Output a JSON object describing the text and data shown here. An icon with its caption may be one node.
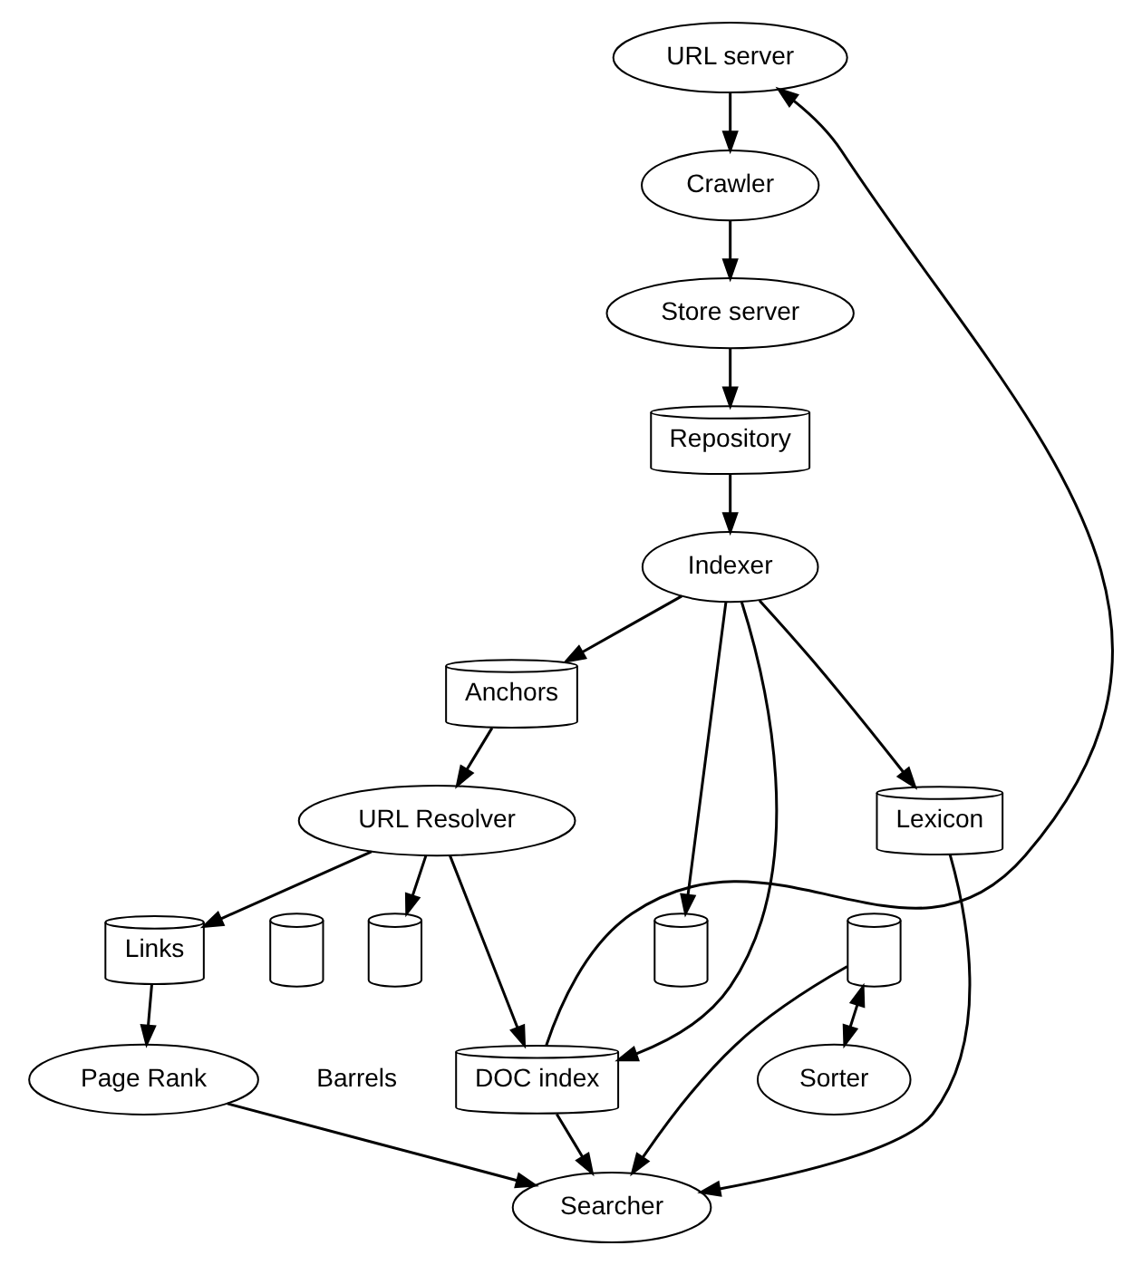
{
  "diagram": {
    "nodes": [
      {
        "text": [
          "URL server"
        ]
      },
      {
        "text": [
          "Crawler"
        ]
      },
      {
        "text": [
          "Store server"
        ]
      },
      {
        "text": [
          "Anchors"
        ]
      },
      {
        "text": [
          "Repository"
        ]
      },
      {
        "text": [
          "URL Resolver"
        ]
      },
      {
        "text": [
          "Indexer"
        ]
      },
      {
        "text": [],
        "shape": "cylinder"
      },
      {
        "text": [],
        "shape": "cylinder"
      },
      {
        "text": [],
        "shape": "cylinder"
      },
      {
        "text": [],
        "shape": "cylinder"
      },
      {
        "text": [
          "Links"
        ]
      },
      {
        "text": [
          "Lexicon"
        ]
      },
      {
        "text": [
          "DOC index"
        ]
      },
      {
        "text": [
          "Sorter"
        ]
      },
      {
        "text": [
          "Page Rank"
        ]
      },
      {
        "text": [
          "Searcher"
        ]
      }
    ],
    "edges": [
      {
        "from": 0,
        "to": 1,
        "arrow": "to"
      },
      {
        "from": 1,
        "to": 2,
        "arrow": "to"
      },
      {
        "from": 2,
        "to": 4,
        "arrow": "to"
      },
      {
        "from": 4,
        "to": 6,
        "arrow": "to"
      },
      {
        "from": 6,
        "to": 3,
        "arrow": "to"
      },
      {
        "from": 3,
        "to": 5,
        "arrow": "to"
      },
      {
        "from": 5,
        "to": 8,
        "arrow": "to"
      },
      {
        "from": 5,
        "to": 11,
        "arrow": "to"
      },
      {
        "from": 5,
        "to": 13,
        "arrow": "to"
      },
      {
        "from": 6,
        "to": 13,
        "arrow": "to"
      },
      {
        "from": 6,
        "to": 9,
        "arrow": "to"
      },
      {
        "from": 6,
        "to": 12,
        "arrow": "to"
      },
      {
        "from": 11,
        "to": 15,
        "arrow": "to"
      },
      {
        "from": 13,
        "to": 0,
        "arrow": "to"
      },
      {
        "from": 10,
        "to": 14,
        "arrow": "both"
      },
      {
        "from": 10,
        "to": 16,
        "arrow": "to"
      },
      {
        "from": 12,
        "to": 16,
        "arrow": "to"
      },
      {
        "from": 13,
        "to": 16,
        "arrow": "to"
      },
      {
        "from": 15,
        "to": 16,
        "arrow": "to"
      }
    ],
    "labels": [
      "Barrels"
    ]
  }
}
